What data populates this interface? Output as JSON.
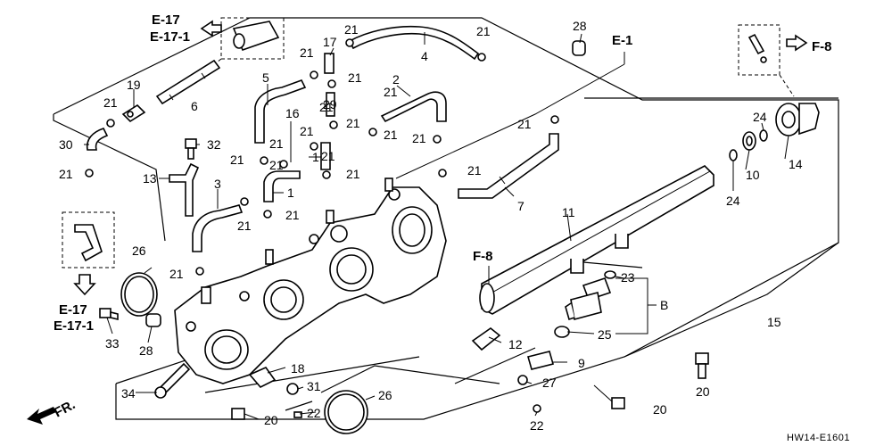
{
  "diagram": {
    "ref_e17": "E-17",
    "ref_e171": "E-17-1",
    "ref_e17_bottom": "E-17",
    "ref_e171_bottom": "E-17-1",
    "ref_e1": "E-1",
    "ref_f8_top": "F-8",
    "ref_f8_mid": "F-8",
    "ref_fr": "FR.",
    "ref_b": "B",
    "code": "HW14-E1601",
    "parts": {
      "p1a": "1",
      "p1b": "1",
      "p2": "2",
      "p3": "3",
      "p4": "4",
      "p6": "6",
      "p7": "7",
      "p9": "9",
      "p10": "10",
      "p11": "11",
      "p12": "12",
      "p13": "13",
      "p14": "14",
      "p15": "15",
      "p16": "16",
      "p17": "17",
      "p18": "18",
      "p19": "19",
      "p20a": "20",
      "p20b": "20",
      "p20c": "20",
      "p21": [
        "21",
        "21",
        "21",
        "21",
        "21",
        "21",
        "21",
        "21",
        "21",
        "21",
        "21",
        "21",
        "21",
        "21",
        "21",
        "21",
        "21",
        "21",
        "21",
        "21",
        "21",
        "21"
      ],
      "p22a": "22",
      "p22b": "22",
      "p23": "23",
      "p24a": "24",
      "p24b": "24",
      "p25": "25",
      "p26a": "26",
      "p26b": "26",
      "p27": "27",
      "p28": "28",
      "p29": "29",
      "p30": "30",
      "p31": "31",
      "p32": "32",
      "p33": "33",
      "p34": "34"
    }
  }
}
